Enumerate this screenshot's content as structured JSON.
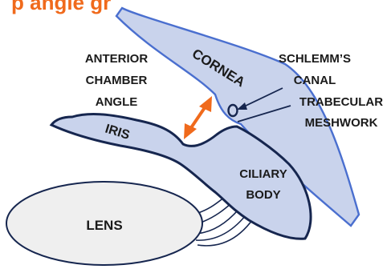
{
  "title_fragment": "p angle gr",
  "labels": {
    "cornea": "CORNEA",
    "anterior_chamber_angle": [
      "ANTERIOR",
      "CHAMBER",
      "ANGLE"
    ],
    "schlemms_canal": [
      "SCHLEMM’S",
      "CANAL"
    ],
    "trabecular_meshwork": [
      "TRABECULAR",
      "MESHWORK"
    ],
    "iris": "IRIS",
    "ciliary_body": [
      "CILIARY",
      "BODY"
    ],
    "lens": "LENS"
  },
  "colors": {
    "tissue_fill": "#c9d3ec",
    "tissue_stroke": "#16264f",
    "cornea_stroke": "#4a6fcf",
    "arrow": "#f06a1c",
    "lens_fill": "#efefef",
    "title": "#f06a1c"
  }
}
